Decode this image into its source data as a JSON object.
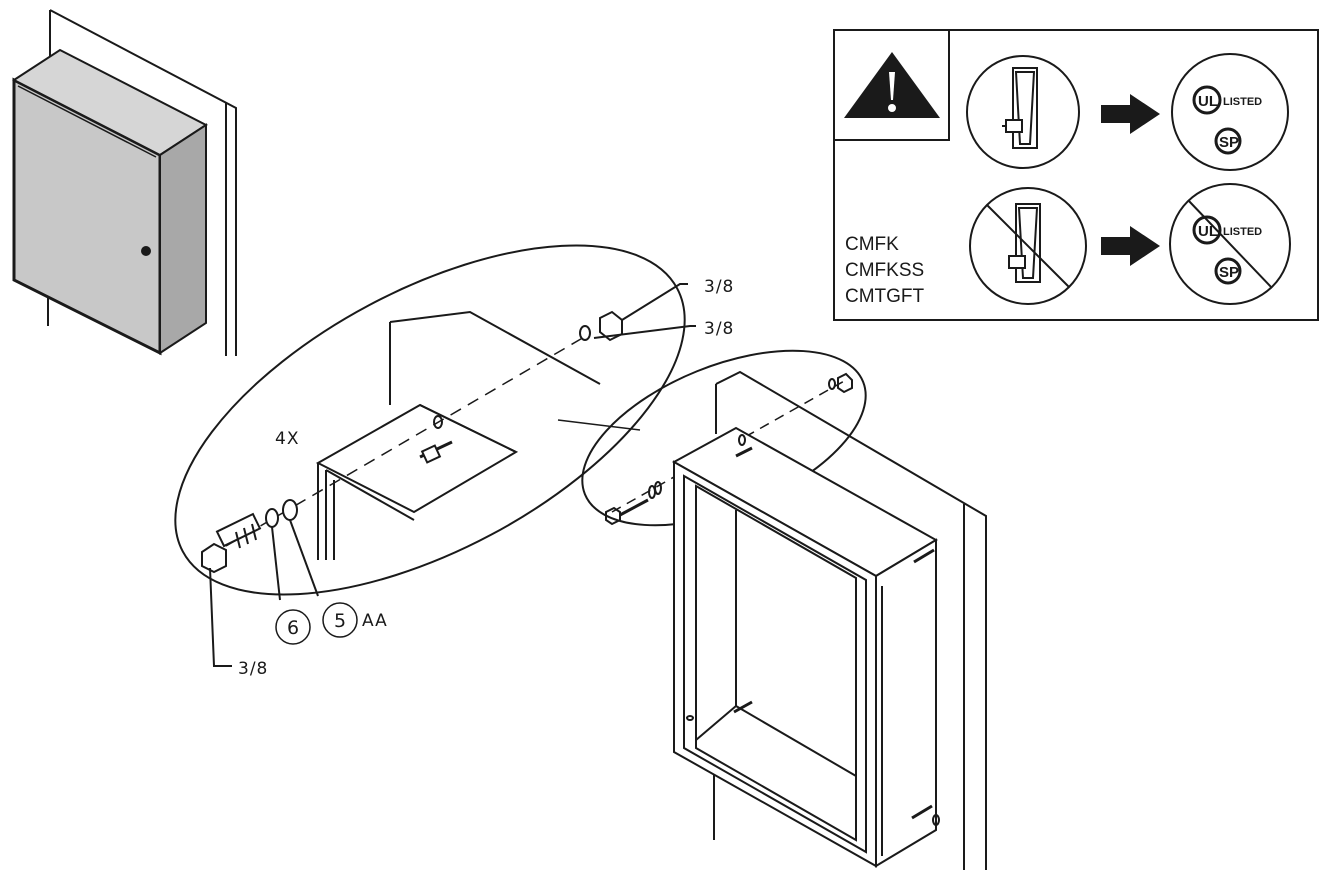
{
  "labels": {
    "bolt_size": "3/8",
    "nut_size": "3/8",
    "washer_size": "3/8",
    "quantity": "4X",
    "part_washer": "6",
    "part_lock_washer": "5",
    "lock_washer_suffix": "AA"
  },
  "warning_panel": {
    "models": [
      "CMFK",
      "CMFKSS",
      "CMTGFT"
    ],
    "listing_text": "LISTED",
    "ul_mark": "UL",
    "csa_mark": "SP"
  },
  "colors": {
    "line": "#1a1a1a",
    "enclosure_fill": "#c8c8c8",
    "enclosure_shade": "#9a9a9a"
  }
}
